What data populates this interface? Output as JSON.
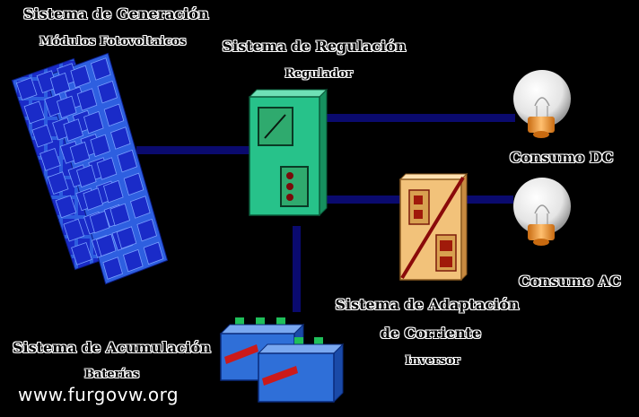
{
  "labels": {
    "gen_title": "Sistema de Generación",
    "gen_sub": "Módulos Fotovoltaicos",
    "reg_title": "Sistema de Regulación",
    "reg_sub": "Regulador",
    "dc": "Consumo DC",
    "ac": "Consumo AC",
    "adapt_title_1": "Sistema de Adaptación",
    "adapt_title_2": "de Corriente",
    "adapt_sub": "Inversor",
    "acc_title": "Sistema de Acumulación",
    "acc_sub": "Baterías"
  },
  "watermark": "www.furgovw.org",
  "colors": {
    "background": "#000000",
    "wire": "#0a0a6e",
    "panel": "#2e5fe0",
    "panel_cell": "#1a2bc8",
    "regulator": "#27c28a",
    "inverter": "#f2c27a",
    "battery": "#2f6fd8",
    "battery_terminal": "#1fbf5a",
    "battery_label": "#cc1a1a",
    "bulb_glass": "#e8e8e8",
    "bulb_base": "#f0a040"
  }
}
